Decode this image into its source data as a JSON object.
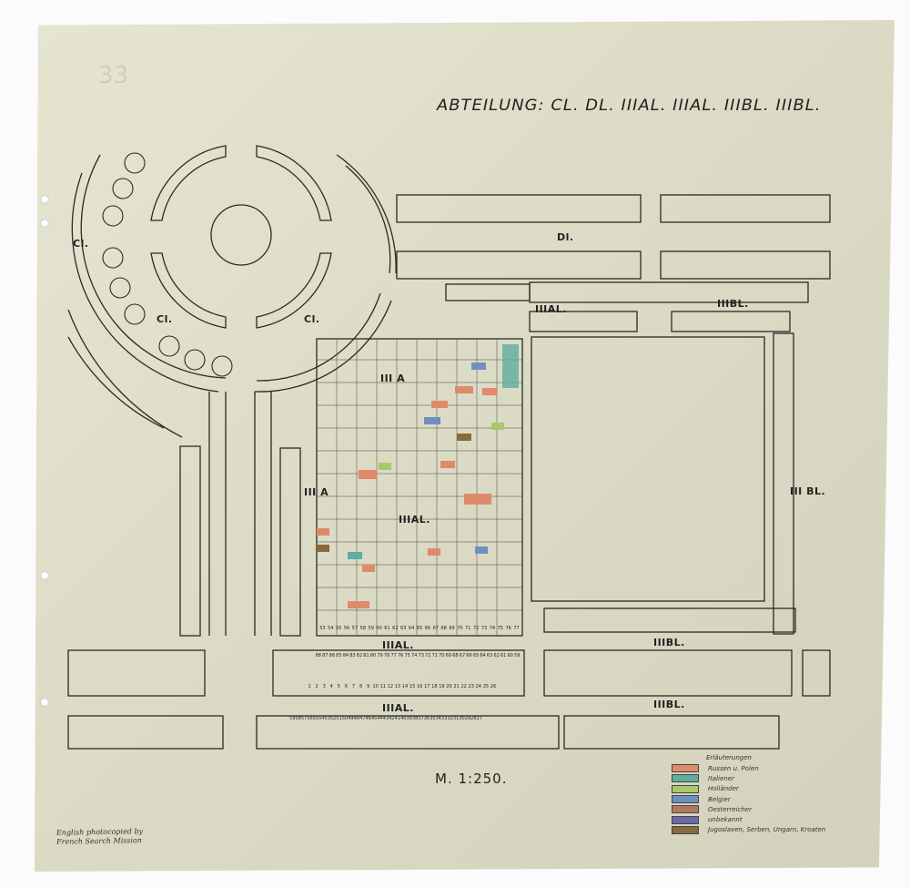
{
  "title": "ABTEILUNG: CL. DL. IIIAL. IIIAL. IIIBL. IIIBL.",
  "scale": "M. 1:250.",
  "stamp": "33",
  "sections": {
    "cl_west": "Cl.",
    "cl_left": "Cl.",
    "cl_right": "Cl.",
    "dl": "Dl.",
    "iiial_top": "IIIAL.",
    "iiibl_top": "IIIBL.",
    "iiia_arc": "III A",
    "iiia_side": "III A",
    "iiial_center": "IIIAL.",
    "iiibl_right": "III BL.",
    "iiial_mid": "IIIAL.",
    "iiibl_mid": "IIIBL.",
    "iiial_bottom": "IIIAL.",
    "iiibl_bottom": "IIIBL."
  },
  "bottom_numbers": {
    "row1": [
      "53",
      "54",
      "55",
      "56",
      "57",
      "58",
      "59",
      "60",
      "61",
      "62",
      "63",
      "64",
      "65",
      "66",
      "67",
      "68",
      "69",
      "70",
      "71",
      "72",
      "73",
      "74",
      "75",
      "76",
      "77"
    ],
    "row2": [
      "88",
      "87",
      "86",
      "85",
      "84",
      "83",
      "82",
      "81",
      "80",
      "79",
      "78",
      "77",
      "76",
      "75",
      "74",
      "73",
      "72",
      "71",
      "70",
      "69",
      "68",
      "67",
      "66",
      "65",
      "64",
      "63",
      "62",
      "61",
      "60",
      "59"
    ],
    "row3": [
      "1",
      "2",
      "3",
      "4",
      "5",
      "6",
      "7",
      "8",
      "9",
      "10",
      "11",
      "12",
      "13",
      "14",
      "15",
      "16",
      "17",
      "18",
      "19",
      "20",
      "21",
      "22",
      "23",
      "24",
      "25",
      "26"
    ],
    "row4": [
      "59",
      "58",
      "57",
      "56",
      "55",
      "54",
      "53",
      "52",
      "51",
      "50",
      "49",
      "48",
      "47",
      "46",
      "45",
      "44",
      "43",
      "42",
      "41",
      "40",
      "39",
      "38",
      "37",
      "36",
      "35",
      "34",
      "33",
      "32",
      "31",
      "30",
      "29",
      "28",
      "27"
    ]
  },
  "legend": {
    "heading": "Erläuterungen",
    "items": [
      {
        "label": "Russen u. Polen",
        "color": "#e08a6a"
      },
      {
        "label": "Italiener",
        "color": "#5fae9f"
      },
      {
        "label": "Holländer",
        "color": "#a8c86a"
      },
      {
        "label": "Belgier",
        "color": "#6f8fbf"
      },
      {
        "label": "Oesterreicher",
        "color": "#b07a62"
      },
      {
        "label": "unbekannt",
        "color": "#6a6aa8"
      },
      {
        "label": "Jugoslaven, Serben, Ungarn, Kroaten",
        "color": "#8a6a3a"
      }
    ]
  },
  "signature": {
    "line1": "English photocopied by",
    "line2": "French Search Mission"
  }
}
